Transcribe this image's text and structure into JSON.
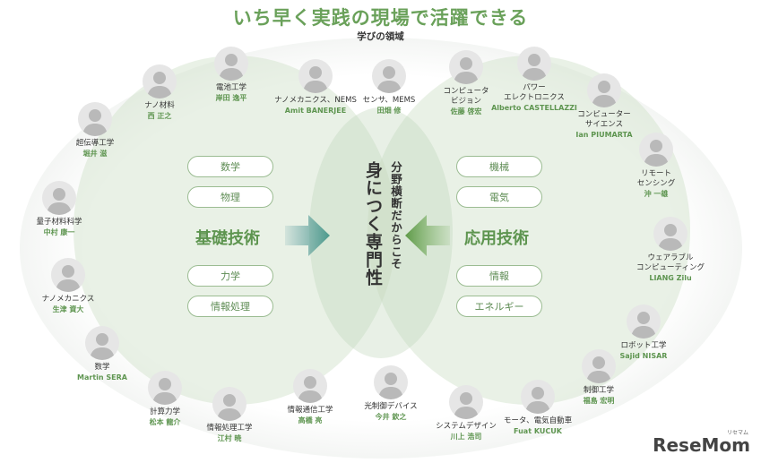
{
  "header": {
    "title": "いち早く実践の現場で活躍できる",
    "subtitle": "学びの領域"
  },
  "left_section": {
    "label": "基礎技術",
    "pills": [
      "数学",
      "物理",
      "力学",
      "情報処理"
    ]
  },
  "right_section": {
    "label": "応用技術",
    "pills": [
      "機械",
      "電気",
      "情報",
      "エネルギー"
    ]
  },
  "center": {
    "line1": "分野横断だからこそ",
    "line2": "身につく専門性"
  },
  "people": [
    {
      "role": "ナノ材料",
      "name": "西 正之"
    },
    {
      "role": "電池工学",
      "name": "岸田 逸平"
    },
    {
      "role": "ナノメカニクス、NEMS",
      "name": "Amit BANERJEE"
    },
    {
      "role": "センサ、MEMS",
      "name": "田畑 修"
    },
    {
      "role": "コンピュータ\nビジョン",
      "name": "佐藤 啓宏"
    },
    {
      "role": "パワー\nエレクトロニクス",
      "name": "Alberto CASTELLAZZI"
    },
    {
      "role": "コンピューター\nサイエンス",
      "name": "Ian PIUMARTA"
    },
    {
      "role": "超伝導工学",
      "name": "堀井 滋"
    },
    {
      "role": "リモート\nセンシング",
      "name": "沖 一雄"
    },
    {
      "role": "量子材料科学",
      "name": "中村 康一"
    },
    {
      "role": "ウェアラブル\nコンピューティング",
      "name": "LIANG Zilu"
    },
    {
      "role": "ナノメカニクス",
      "name": "生津 資大"
    },
    {
      "role": "ロボット工学",
      "name": "Sajid NISAR"
    },
    {
      "role": "数学",
      "name": "Martin SERA"
    },
    {
      "role": "制御工学",
      "name": "福島 宏明"
    },
    {
      "role": "計算力学",
      "name": "松本 龍介"
    },
    {
      "role": "情報処理工学",
      "name": "江村 暁"
    },
    {
      "role": "情報通信工学",
      "name": "高橋 亮"
    },
    {
      "role": "光制御デバイス",
      "name": "今井 欽之"
    },
    {
      "role": "システムデザイン",
      "name": "川上 浩司"
    },
    {
      "role": "モータ、電気自動車",
      "name": "Fuat KUCUK"
    }
  ],
  "logo": {
    "text": "ReseMom",
    "sub": "リセマム"
  },
  "colors": {
    "accent": "#6aa15a",
    "accent_dark": "#5e9550",
    "pill_border": "#9bbc92",
    "name_text": "#5e9550"
  }
}
